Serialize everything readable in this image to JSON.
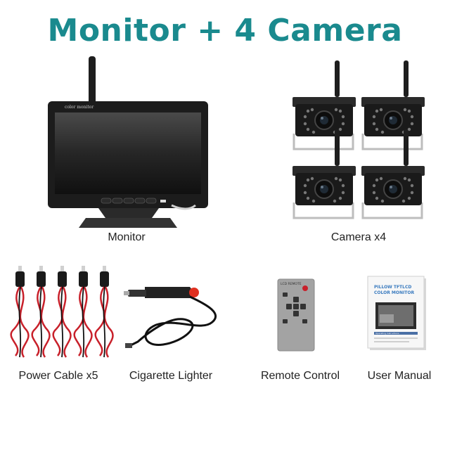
{
  "header": {
    "title": "Monitor + 4 Camera"
  },
  "items": {
    "monitor": {
      "label": "Monitor",
      "screen_text": "color monitor"
    },
    "cameras": {
      "label": "Camera x4"
    },
    "power_cable": {
      "label": "Power Cable x5"
    },
    "cigarette_lighter": {
      "label": "Cigarette Lighter"
    },
    "remote": {
      "label": "Remote Control",
      "brand": "LCD REMOTE"
    },
    "manual": {
      "label": "User Manual",
      "title_line1": "PILLOW TFTLCD",
      "title_line2": "COLOR MONITOR",
      "footer": "Operating Instructions"
    }
  },
  "colors": {
    "title": "#1a8a8e",
    "cable_red": "#c8202a",
    "lighter_button": "#e03020"
  }
}
